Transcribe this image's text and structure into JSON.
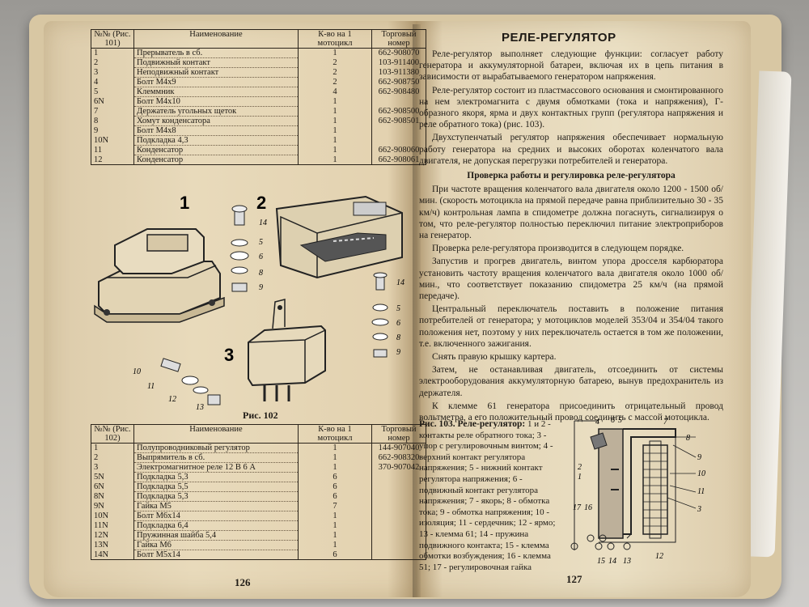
{
  "left_page": {
    "table1": {
      "headers": [
        "№№ (Рис. 101)",
        "Наименование",
        "К-во на 1 мотоцикл",
        "Торговый номер"
      ],
      "rows": [
        [
          "1",
          "Прерыватель в сб.",
          "1",
          "662-908070"
        ],
        [
          "2",
          "Подвижный контакт",
          "2",
          "103-911400"
        ],
        [
          "3",
          "Неподвижный контакт",
          "2",
          "103-911380"
        ],
        [
          "4",
          "Болт М4х9",
          "2",
          "662-908750"
        ],
        [
          "5",
          "Клеммник",
          "4",
          "662-908480"
        ],
        [
          "6N",
          "Болт М4х10",
          "1",
          ""
        ],
        [
          "7",
          "Держатель угольных щеток",
          "1",
          "662-908500"
        ],
        [
          "8",
          "Хомут конденсатора",
          "1",
          "662-908501"
        ],
        [
          "9",
          "Болт М4х8",
          "1",
          ""
        ],
        [
          "10N",
          "Подкладка 4,3",
          "1",
          ""
        ],
        [
          "11",
          "Конденсатор",
          "1",
          "662-908060"
        ],
        [
          "12",
          "Конденсатор",
          "1",
          "662-908061"
        ]
      ]
    },
    "figure_labels": {
      "part1": "1",
      "part2": "2",
      "part3": "3",
      "callouts": [
        "14",
        "5",
        "6",
        "8",
        "9",
        "14",
        "5",
        "6",
        "8",
        "9",
        "10",
        "11",
        "12",
        "13"
      ]
    },
    "figure_caption": "Рис. 102",
    "table2": {
      "headers": [
        "№№ (Рис. 102)",
        "Наименование",
        "К-во на 1 мотоцикл",
        "Торговый номер"
      ],
      "rows": [
        [
          "1",
          "Полупроводниковый регулятор",
          "1",
          "144-907040"
        ],
        [
          "2",
          "Выпрямитель в сб.",
          "1",
          "662-908320"
        ],
        [
          "3",
          "Электромагнитное реле 12 В 6 А",
          "1",
          "370-907042"
        ],
        [
          "5N",
          "Подкладка 5,3",
          "6",
          ""
        ],
        [
          "6N",
          "Подкладка 5,5",
          "6",
          ""
        ],
        [
          "8N",
          "Подкладка 5,3",
          "6",
          ""
        ],
        [
          "9N",
          "Гайка М5",
          "7",
          ""
        ],
        [
          "10N",
          "Болт М6х14",
          "1",
          ""
        ],
        [
          "11N",
          "Подкладка 6,4",
          "1",
          ""
        ],
        [
          "12N",
          "Пружинная шайба 5,4",
          "1",
          ""
        ],
        [
          "13N",
          "Гайка М6",
          "1",
          ""
        ],
        [
          "14N",
          "Болт М5х14",
          "6",
          ""
        ]
      ]
    },
    "page_number": "126"
  },
  "right_page": {
    "title": "РЕЛЕ-РЕГУЛЯТОР",
    "para1": "Реле-регулятор выполняет следующие функции: согласует работу генератора и аккумуляторной батареи, включая их в цепь питания в зависимости от вырабатываемого генератором напряжения.",
    "para2": "Реле-регулятор состоит из пластмассового основания и смонтированного на нем электромагнита с двумя обмотками (тока и напряжения), Г-образного якоря, ярма и двух контактных групп (регулятора напряжения и реле обратного тока) (рис. 103).",
    "para3": "Двухступенчатый регулятор напряжения обеспечивает нормальную работу генератора на средних и высоких оборотах коленчатого вала двигателя, не допуская перегрузки потребителей и генератора.",
    "subheading": "Проверка работы и регулировка реле-регулятора",
    "para4": "При частоте вращения коленчатого вала двигателя около 1200 - 1500 об/мин. (скорость мотоцикла на прямой передаче равна приблизительно 30 - 35 км/ч) контрольная лампа в спидометре должна погаснуть, сигнализируя о том, что реле-регулятор полностью переключил питание электроприборов на генератор.",
    "para5": "Проверка реле-регулятора производится в следующем порядке.",
    "para6": "Запустив и прогрев двигатель, винтом упора дросселя карбюратора установить частоту вращения коленчатого вала двигателя около 1000 об/мин., что соответствует показанию спидометра 25 км/ч (на прямой передаче).",
    "para7": "Центральный переключатель поставить в положение питания потребителей от генератора; у мотоциклов моделей 353/04 и 354/04 такого положения нет, поэтому у них переключатель остается в том же положении, т.е. включенного зажигания.",
    "para8": "Снять правую крышку картера.",
    "para9": "Затем, не останавливая двигатель, отсоединить от системы электрооборудования аккумуляторную батарею, вынув предохранитель из держателя.",
    "para10": "К клемме 61 генератора присоединить отрицательный провод вольтметра, а его положительный провод соединить с массой мотоцикла.",
    "caption_title": "Рис. 103. Реле-регулятор:",
    "caption_text": "1 и 2 - контакты реле обратного тока; 3 - упор с регулировочным винтом; 4 - верхний контакт регулятора напряжения; 5 - нижний контакт регулятора напряжения; 6 - подвижный контакт регулятора напряжения; 7 - якорь; 8 - обмотка тока; 9 - обмотка напряжения; 10 - изоляция; 11 - сердечник; 12 - ярмо; 13 - клемма 61; 14 - пружина подвижного контакта; 15 - клемма обмотки возбуждения; 16 - клемма 51; 17 - регулировочная гайка",
    "diagram_labels": [
      "4",
      "6",
      "5",
      "7",
      "8",
      "9",
      "10",
      "11",
      "3",
      "2",
      "1",
      "17",
      "16",
      "15",
      "14",
      "13",
      "12"
    ],
    "page_number": "127"
  }
}
